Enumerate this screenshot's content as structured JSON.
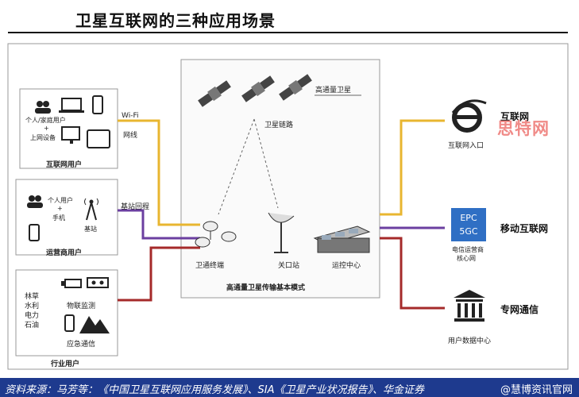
{
  "title": "卫星互联网的三种应用场景",
  "center": {
    "satellites_label": "高通量卫星",
    "link_label": "卫星链路",
    "terminal_label": "卫通终端",
    "gateway_label": "关口站",
    "control_label": "运控中心",
    "caption": "高通量卫星传输基本模式"
  },
  "left": {
    "internet_users": {
      "group_label": "互联网用户",
      "line1": "个人/家庭用户",
      "plus": "+",
      "line2": "上网设备",
      "wifi": "Wi-Fi",
      "network": "网线"
    },
    "operator_users": {
      "group_label": "运营商用户",
      "personal": "个人用户",
      "plus": "+",
      "phone": "手机",
      "base": "基站",
      "backhaul": "基站回程"
    },
    "industry_users": {
      "group_label": "行业用户",
      "sectors": [
        "林草",
        "水利",
        "电力",
        "石油"
      ],
      "iot": "物联监测",
      "emergency": "应急通信"
    }
  },
  "right": {
    "internet": {
      "title": "互联网",
      "sub": "互联网入口"
    },
    "mobile": {
      "title": "移动互联网",
      "sub1": "电信运营商",
      "sub2": "核心网",
      "epc1": "EPC",
      "epc2": "5GC"
    },
    "private": {
      "title": "专网通信",
      "sub": "用户数据中心"
    }
  },
  "colors": {
    "yellow_link": "#e8b630",
    "purple_link": "#6b3fa0",
    "red_link": "#a52a2a",
    "footer_bg": "#1e3a8e",
    "watermark": "#f08a87"
  },
  "watermark": "思特网",
  "footer": {
    "source": "资料来源：马芳等：《中国卫星互联网应用服务发展》、SIA《卫星产业状况报告》、华金证券",
    "wm": "@慧博资讯官网"
  }
}
